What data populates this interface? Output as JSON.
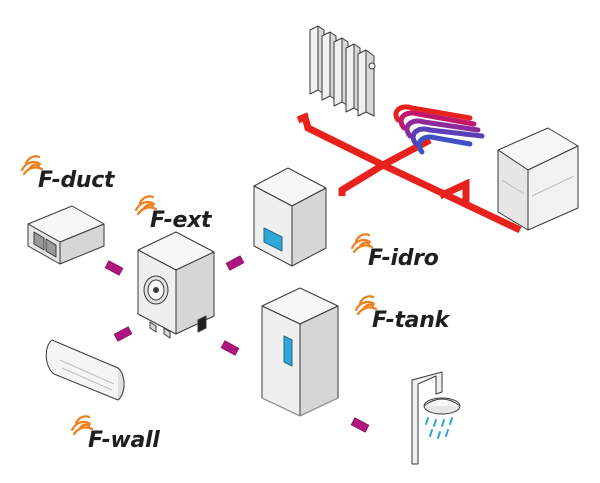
{
  "products": {
    "duct": "F-duct",
    "ext": "F-ext",
    "idro": "F-idro",
    "tank": "F-tank",
    "wall": "F-wall"
  },
  "colors": {
    "brand": "#ef7d1a",
    "pipe": "#e8211c",
    "connector": "#b0147f",
    "unit_face": "#f4f4f4",
    "unit_side": "#d6d6d6",
    "screen": "#2fa8d8",
    "outline": "#3a3a3a"
  },
  "icons": [
    "flame-logo-icon",
    "fan-icon",
    "radiator-icon",
    "floor-heating-icon",
    "shower-icon"
  ]
}
